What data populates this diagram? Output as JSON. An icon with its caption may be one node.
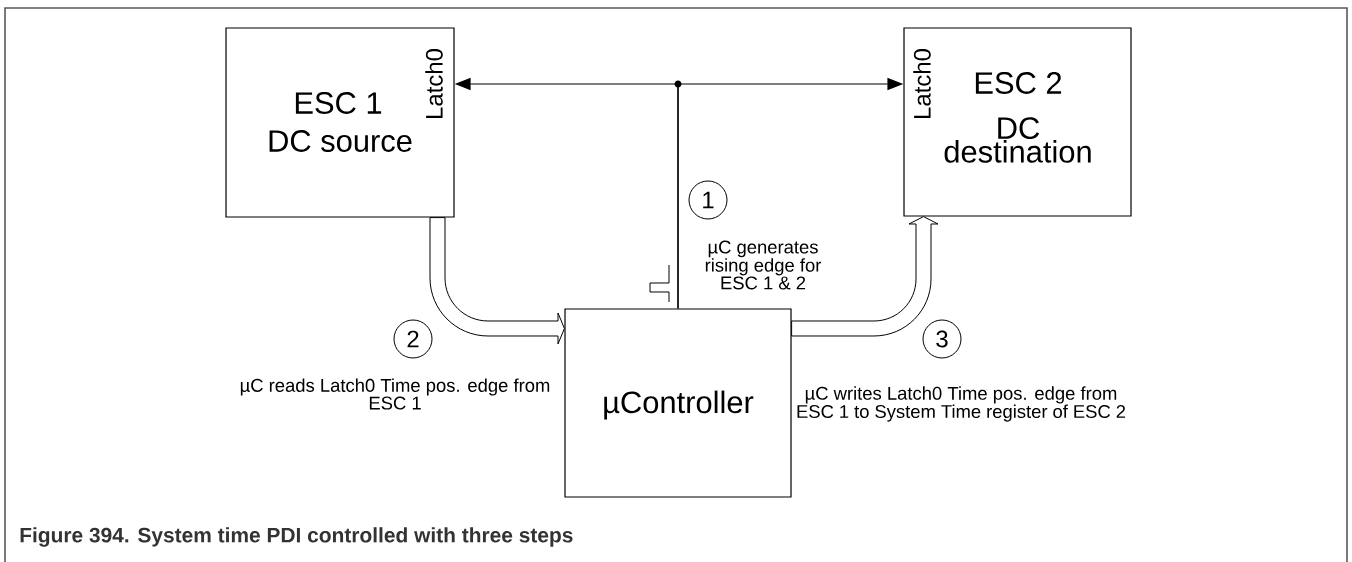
{
  "diagram": {
    "caption": "Figure 394. System time PDI controlled with three steps",
    "nodes": [
      {
        "text": [
          "ESC 1",
          "DC source",
          "Latch0"
        ]
      },
      {
        "text": [
          "ESC 2",
          "DC destination",
          "Latch0"
        ]
      },
      {
        "text": [
          "1"
        ],
        "beside": [
          "µC generates rising edge for ESC 1 & 2"
        ]
      },
      {
        "text": [
          "2"
        ],
        "beside": [
          "µC reads Latch0 Time pos. edge from ESC 1"
        ]
      },
      {
        "text": [
          "µController"
        ]
      },
      {
        "text": [
          "3"
        ]
      }
    ],
    "labels": [
      "µC writes Latch0 Time pos. edge from ESC 1 to System Time register of ESC 2"
    ],
    "edges": [
      {
        "from": 4,
        "to": 0,
        "arrow": "to"
      },
      {
        "from": 4,
        "to": 1,
        "arrow": "to"
      },
      {
        "from": 0,
        "to": 4,
        "arrow": "to",
        "style": "thick"
      },
      {
        "from": 4,
        "to": 1,
        "arrow": "to",
        "style": "thick"
      }
    ]
  }
}
